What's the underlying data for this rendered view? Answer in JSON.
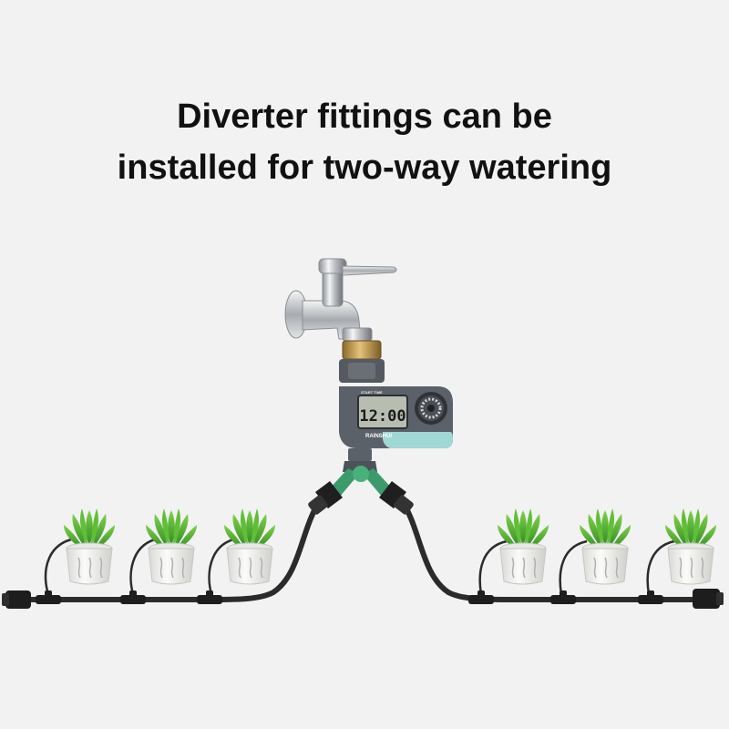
{
  "headline": {
    "line1": "Diverter fittings can be",
    "line2": "installed for two-way watering"
  },
  "timer": {
    "display_time": "12:00",
    "display_caption": "START TIME",
    "brand": "RAINSHUI"
  },
  "colors": {
    "background": "#f2f2f2",
    "hose": "#2b2b2b",
    "timer_body": "#5b6168",
    "timer_accent": "#9fd8d4",
    "splitter_green": "#3d9a6b",
    "plant_green": "#4cae2f",
    "pot_white": "#f7f7f5"
  },
  "icons": [
    "faucet-icon",
    "timer-icon",
    "dial-icon",
    "plant-pot-icon",
    "hose-connector-icon"
  ]
}
